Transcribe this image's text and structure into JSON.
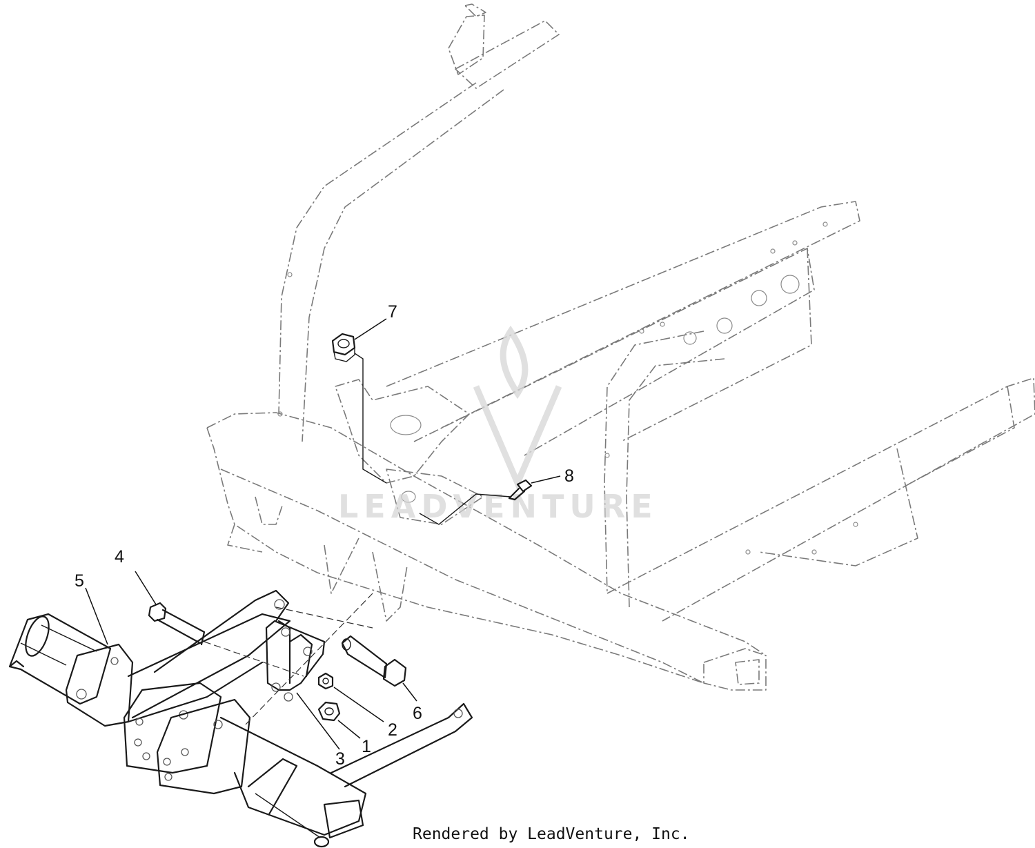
{
  "callouts": [
    {
      "id": "1",
      "label": "1"
    },
    {
      "id": "2",
      "label": "2"
    },
    {
      "id": "3",
      "label": "3"
    },
    {
      "id": "4",
      "label": "4"
    },
    {
      "id": "5",
      "label": "5"
    },
    {
      "id": "6",
      "label": "6"
    },
    {
      "id": "7",
      "label": "7"
    },
    {
      "id": "8",
      "label": "8"
    }
  ],
  "watermark": {
    "text": "LEADVENTURE"
  },
  "footer": {
    "credit": "Rendered by LeadVenture, Inc."
  },
  "colors": {
    "line": "#1a1a1a",
    "frame": "#7a7a7a",
    "watermark": "#d4d4d4"
  }
}
